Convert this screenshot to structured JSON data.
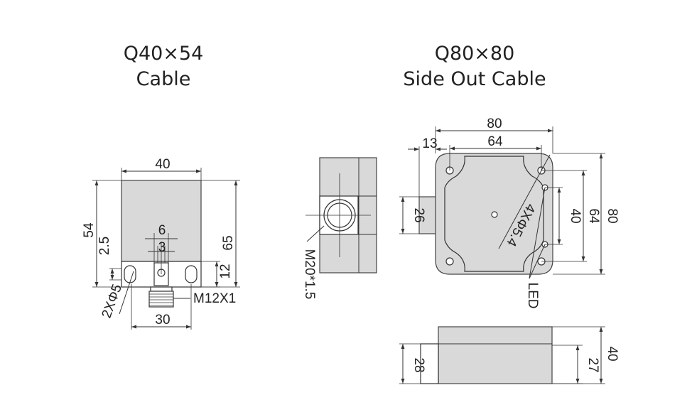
{
  "left": {
    "title": "Q40×54",
    "subtitle": "Cable",
    "dims": {
      "width": "40",
      "height_outer": "54",
      "height_total": "65",
      "offset": "2.5",
      "slot": "6",
      "slot_inner": "3",
      "base": "12",
      "holes": "2XΦ5",
      "thread": "M12X1",
      "hole_spacing": "30"
    }
  },
  "right": {
    "title": "Q80×80",
    "subtitle": "Side Out Cable",
    "dims": {
      "thread": "M20*1.5",
      "width": "80",
      "hole_spacing": "64",
      "flange": "13",
      "boss": "26",
      "holes": "4XΦ5.4",
      "inner_v": "40",
      "hole_spacing_v": "64",
      "height": "80",
      "led": "LED",
      "side_height": "28",
      "depth_inner": "27",
      "depth": "40"
    }
  },
  "colors": {
    "body": "#d9d9d9",
    "line": "#333333",
    "background": "#ffffff"
  }
}
